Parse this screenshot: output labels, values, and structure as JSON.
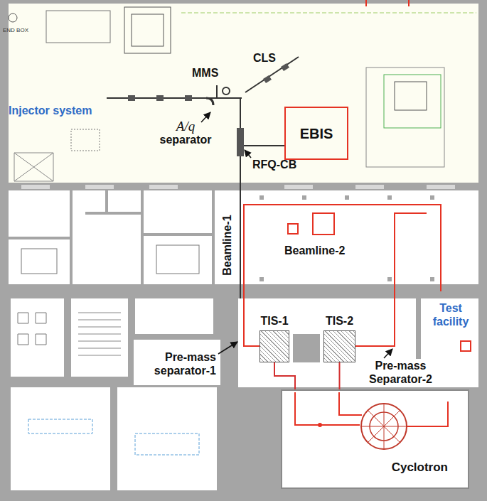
{
  "diagram": {
    "nodes": [
      {
        "text": [
          "EBIS"
        ]
      },
      {
        "text": [
          "TIS-1"
        ]
      },
      {
        "text": [
          "TIS-2"
        ]
      },
      {
        "text": [
          "Cyclotron"
        ]
      }
    ],
    "edges": [
      {
        "from": 1,
        "to": 3,
        "arrow": "none"
      },
      {
        "from": 2,
        "to": 3,
        "arrow": "none"
      }
    ],
    "labels": [
      "END BOX",
      "Injector system",
      "MMS",
      "CLS",
      "A/q separator",
      "RFQ-CB",
      "Beamline-1",
      "Beamline-2",
      "Pre-mass separator-1",
      "Test facility",
      "Pre-mass Separator-2"
    ]
  }
}
